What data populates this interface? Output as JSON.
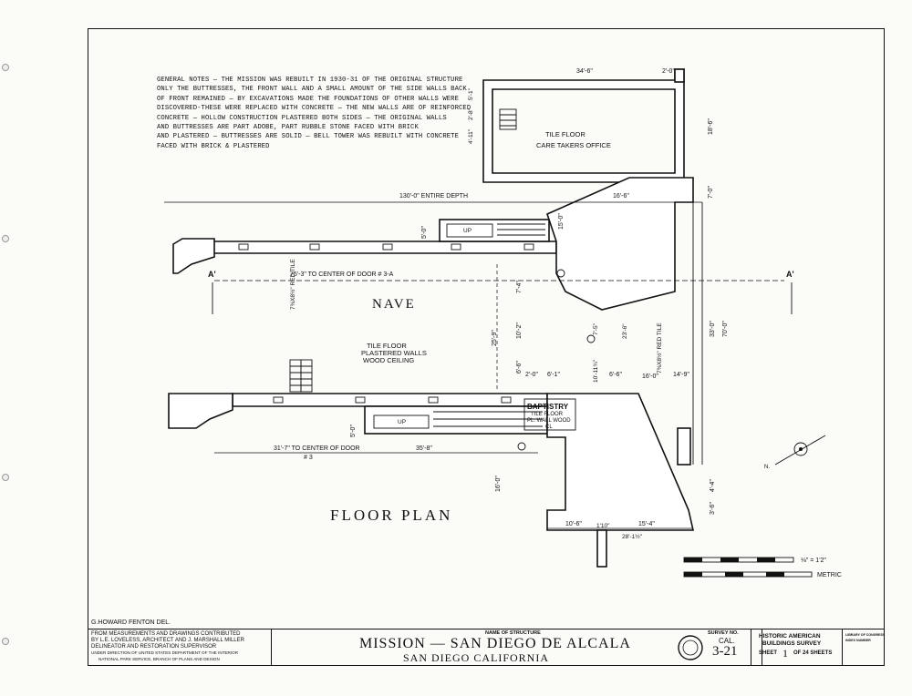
{
  "notes": {
    "lines": [
      "GENERAL NOTES — THE MISSION WAS REBUILT IN 1930-31 OF THE ORIGINAL STRUCTURE",
      "ONLY THE BUTTRESSES, THE FRONT WALL AND A SMALL AMOUNT OF THE SIDE WALLS BACK",
      "OF FRONT REMAINED — BY EXCAVATIONS MADE THE FOUNDATIONS OF OTHER WALLS WERE",
      "DISCOVERED-THESE WERE REPLACED WITH CONCRETE — THE NEW WALLS ARE OF REINFORCED",
      "CONCRETE — HOLLOW CONSTRUCTION PLASTERED BOTH SIDES — THE ORIGINAL WALLS",
      "AND BUTTRESSES ARE PART ADOBE, PART RUBBLE STONE FACED WITH BRICK",
      "AND PLASTERED — BUTTRESSES ARE SOLID — BELL TOWER WAS REBUILT WITH CONCRETE",
      "FACED WITH BRICK & PLASTERED"
    ]
  },
  "plan": {
    "title": "FLOOR PLAN",
    "rooms": {
      "nave": "NAVE",
      "nave_floor": "TILE FLOOR",
      "nave_walls": "PLASTERED WALLS",
      "nave_ceiling": "WOOD CEILING",
      "office_floor": "TILE FLOOR",
      "office_name": "CARE TAKERS OFFICE",
      "baptistry": "BAPTISTRY",
      "baptistry_floor": "TILE FLOOR",
      "baptistry_walls": "PL. WALL WOOD",
      "baptistry_ceiling": "CL",
      "red_tile_left": "7⅜x8½\" RED TILE",
      "red_tile_right": "7⅜x8½\" RED TILE",
      "up_top": "UP",
      "up_bottom": "UP"
    },
    "dimensions": {
      "entire_depth": "130'-0\" ENTIRE DEPTH",
      "to_center_door_a": "75'-3\" TO CENTER OF DOOR # 3-A",
      "to_center_door_3": "31'-7\" TO CENTER OF DOOR",
      "door_3": "# 3",
      "d_35_8": "35'-8\"",
      "d_34_6": "34'-6\"",
      "d_2_0_top": "2'-0\"",
      "d_18_6": "18'-6\"",
      "d_7_0": "7'-0\"",
      "d_33_0": "33'-0\"",
      "d_70_0": "70'-0\"",
      "d_16_6": "16'-6\"",
      "d_15_0": "15'-0\"",
      "d_5_0_top": "5'-0\"",
      "d_5_0_bot": "5'-0\"",
      "d_25_9": "25'-9\"",
      "d_10_2": "10'-2\"",
      "d_16_0_mid": "16'-0\"",
      "d_16_0_bot": "16'-0\"",
      "d_10_6": "10'-6\"",
      "d_15_4": "15'-4\"",
      "d_2_0_mid": "2'-0\"",
      "d_6_1": "6'-1\"",
      "d_6_6": "6'-6\"",
      "d_6_6_b": "6'-6\"",
      "d_7_4": "7'-4\"",
      "d_14_9": "14'-9\"",
      "d_4_4": "4'-4\"",
      "d_3_6": "3'-6\"",
      "d_5_1": "5'-1\"",
      "d_2_8": "2'-8\"",
      "d_4_11": "4'-11\"",
      "d_23_6": "23'-6\"",
      "d_10_11": "10'-11¾\"",
      "d_7_5": "7'-5\"",
      "d_28_1": "28'-1½\"",
      "d_110": "1'10\""
    },
    "section_marks": {
      "left": "A'",
      "right": "A'"
    },
    "scale": {
      "imperial": "⅛\" = 1'2\"",
      "metric": "METRIC"
    },
    "north_label": "N."
  },
  "title_block": {
    "delineator": "G.HOWARD FENTON DEL.",
    "credits": [
      "FROM MEASUREMENTS AND DRAWINGS CONTRIBUTED",
      "BY L.E. LOVELESS, ARCHITECT AND J. MARSHALL MILLER",
      "DELINEATOR AND RESTORATION SUPERVISOR",
      "UNDER DIRECTION OF UNITED STATES DEPARTMENT OF THE INTERIOR",
      "NATIONAL PARK SERVICE, BRANCH OF PLANS AND DESIGN"
    ],
    "name_caption": "NAME OF STRUCTURE",
    "structure_name": "MISSION — SAN DIEGO DE ALCALA",
    "location": "SAN DIEGO   CALIFORNIA",
    "survey_label": "SURVEY NO.",
    "survey_state": "CAL.",
    "survey_number": "3-21",
    "agency_line1": "HISTORIC AMERICAN",
    "agency_line2": "BUILDINGS SURVEY",
    "sheet_word": "SHEET",
    "sheet_no": "1",
    "sheet_of": "OF 24 SHEETS",
    "library_line1": "LIBRARY OF CONGRESS",
    "library_line2": "INDEX NUMBER"
  }
}
